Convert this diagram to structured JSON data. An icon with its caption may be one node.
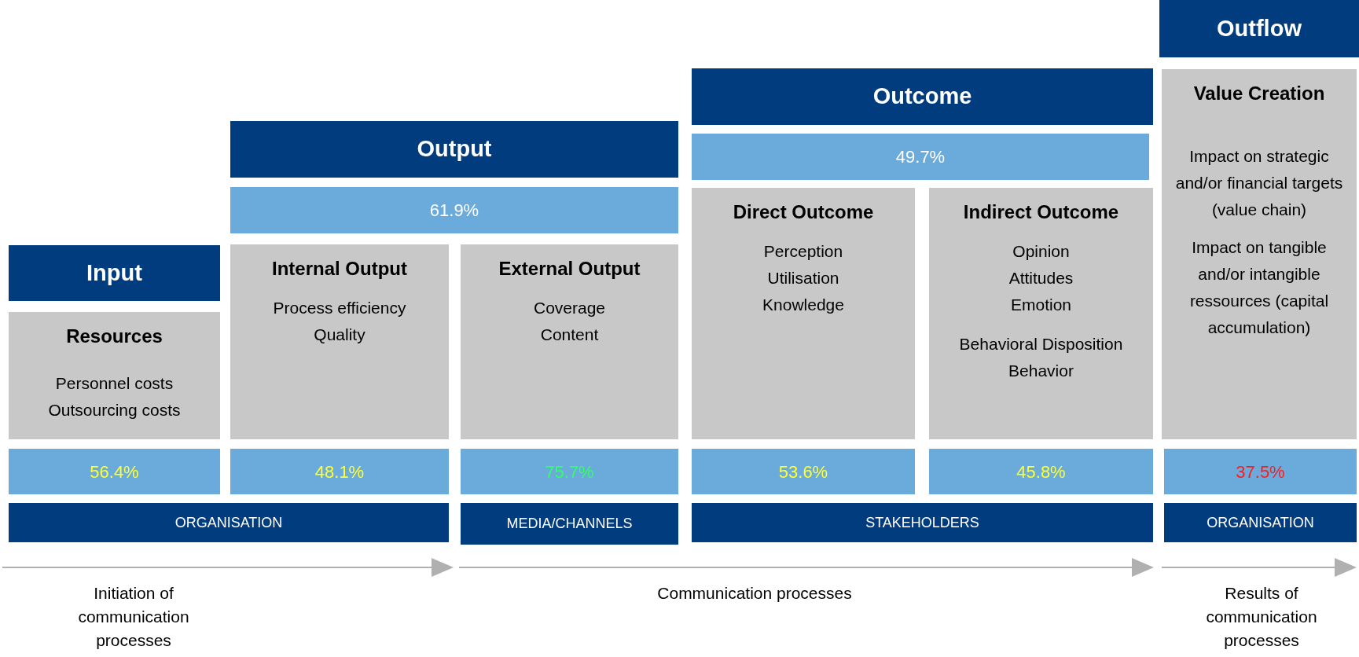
{
  "diagram": {
    "nodes": [
      {
        "text": [
          "Outflow"
        ]
      },
      {
        "text": [
          "Outcome"
        ]
      },
      {
        "text": [
          "Value Creation",
          "Impact on strategic and/or financial targets (value chain)",
          "Impact on tangible and/or intangible ressources (capital accumulation)"
        ]
      },
      {
        "text": [
          "49.7%"
        ]
      },
      {
        "text": [
          "Output"
        ]
      },
      {
        "text": [
          "61.9%"
        ]
      },
      {
        "text": [
          "Direct Outcome",
          "Perception",
          "Utilisation",
          "Knowledge"
        ]
      },
      {
        "text": [
          "Indirect Outcome",
          "Opinion",
          "Attitudes",
          "Emotion",
          "Behavioral Disposition",
          "Behavior"
        ]
      },
      {
        "text": [
          "Input"
        ]
      },
      {
        "text": [
          "Internal Output",
          "Process efficiency",
          "Quality"
        ]
      },
      {
        "text": [
          "External Output",
          "Coverage",
          "Content"
        ]
      },
      {
        "text": [
          "Resources",
          "Personnel costs",
          "Outsourcing costs"
        ]
      },
      {
        "text": [
          "56.4%"
        ]
      },
      {
        "text": [
          "48.1%"
        ]
      },
      {
        "text": [
          "75.7%"
        ]
      },
      {
        "text": [
          "53.6%"
        ]
      },
      {
        "text": [
          "45.8%"
        ]
      },
      {
        "text": [
          "37.5%"
        ]
      },
      {
        "text": [
          "ORGANISATION"
        ]
      },
      {
        "text": [
          "MEDIA/CHANNELS"
        ]
      },
      {
        "text": [
          "STAKEHOLDERS"
        ]
      },
      {
        "text": [
          "ORGANISATION"
        ]
      }
    ],
    "edges": [],
    "labels": [
      "Initiation of communication processes",
      "Communication processes",
      "Results of communication processes"
    ]
  }
}
